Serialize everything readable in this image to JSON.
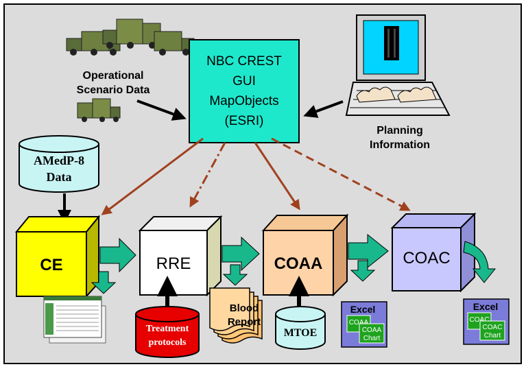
{
  "center_box": {
    "lines": [
      "NBC CREST",
      "GUI",
      "MapObjects",
      "(ESRI)"
    ],
    "color": "#1ee8cc"
  },
  "left_inputs": {
    "scenario_lines": [
      "Operational",
      "Scenario Data"
    ],
    "vehicle_icon": "military-truck-icon"
  },
  "right_inputs": {
    "planning_lines": [
      "Planning",
      "Information"
    ],
    "computer_icon": "laptop-typing-icon"
  },
  "database": {
    "lines": [
      "AMedP-8",
      "Data"
    ],
    "color": "#c8f4f4"
  },
  "modules": [
    {
      "label": "CE",
      "color": "#ffff00"
    },
    {
      "label": "RRE",
      "color": "#ffffff"
    },
    {
      "label": "COAA",
      "color": "#ffd3a8"
    },
    {
      "label": "COAC",
      "color": "#c8c8ff"
    }
  ],
  "outputs": {
    "treatment_lines": [
      "Treatment",
      "protocols"
    ],
    "blood_lines": [
      "Blood",
      "Report"
    ],
    "mtoe_label": "MTOE",
    "excel_coaa": {
      "title": "Excel",
      "sheet_back": "COAA",
      "sheet_front_lines": [
        "COAA",
        "Chart"
      ]
    },
    "excel_coac": {
      "title": "Excel",
      "sheet_back": "COAC",
      "sheet_front_lines": [
        "COAC",
        "Chart"
      ]
    },
    "spreadsheet_icon": "spreadsheet-thumbnail-icon"
  },
  "colors": {
    "background": "#dcdcdc",
    "arrow_brown": "#a0411e",
    "flow_green": "#19b88c",
    "treatment_red": "#e60000",
    "excel_blue": "#7b7bd9",
    "sheet_green": "#1fa31f"
  }
}
